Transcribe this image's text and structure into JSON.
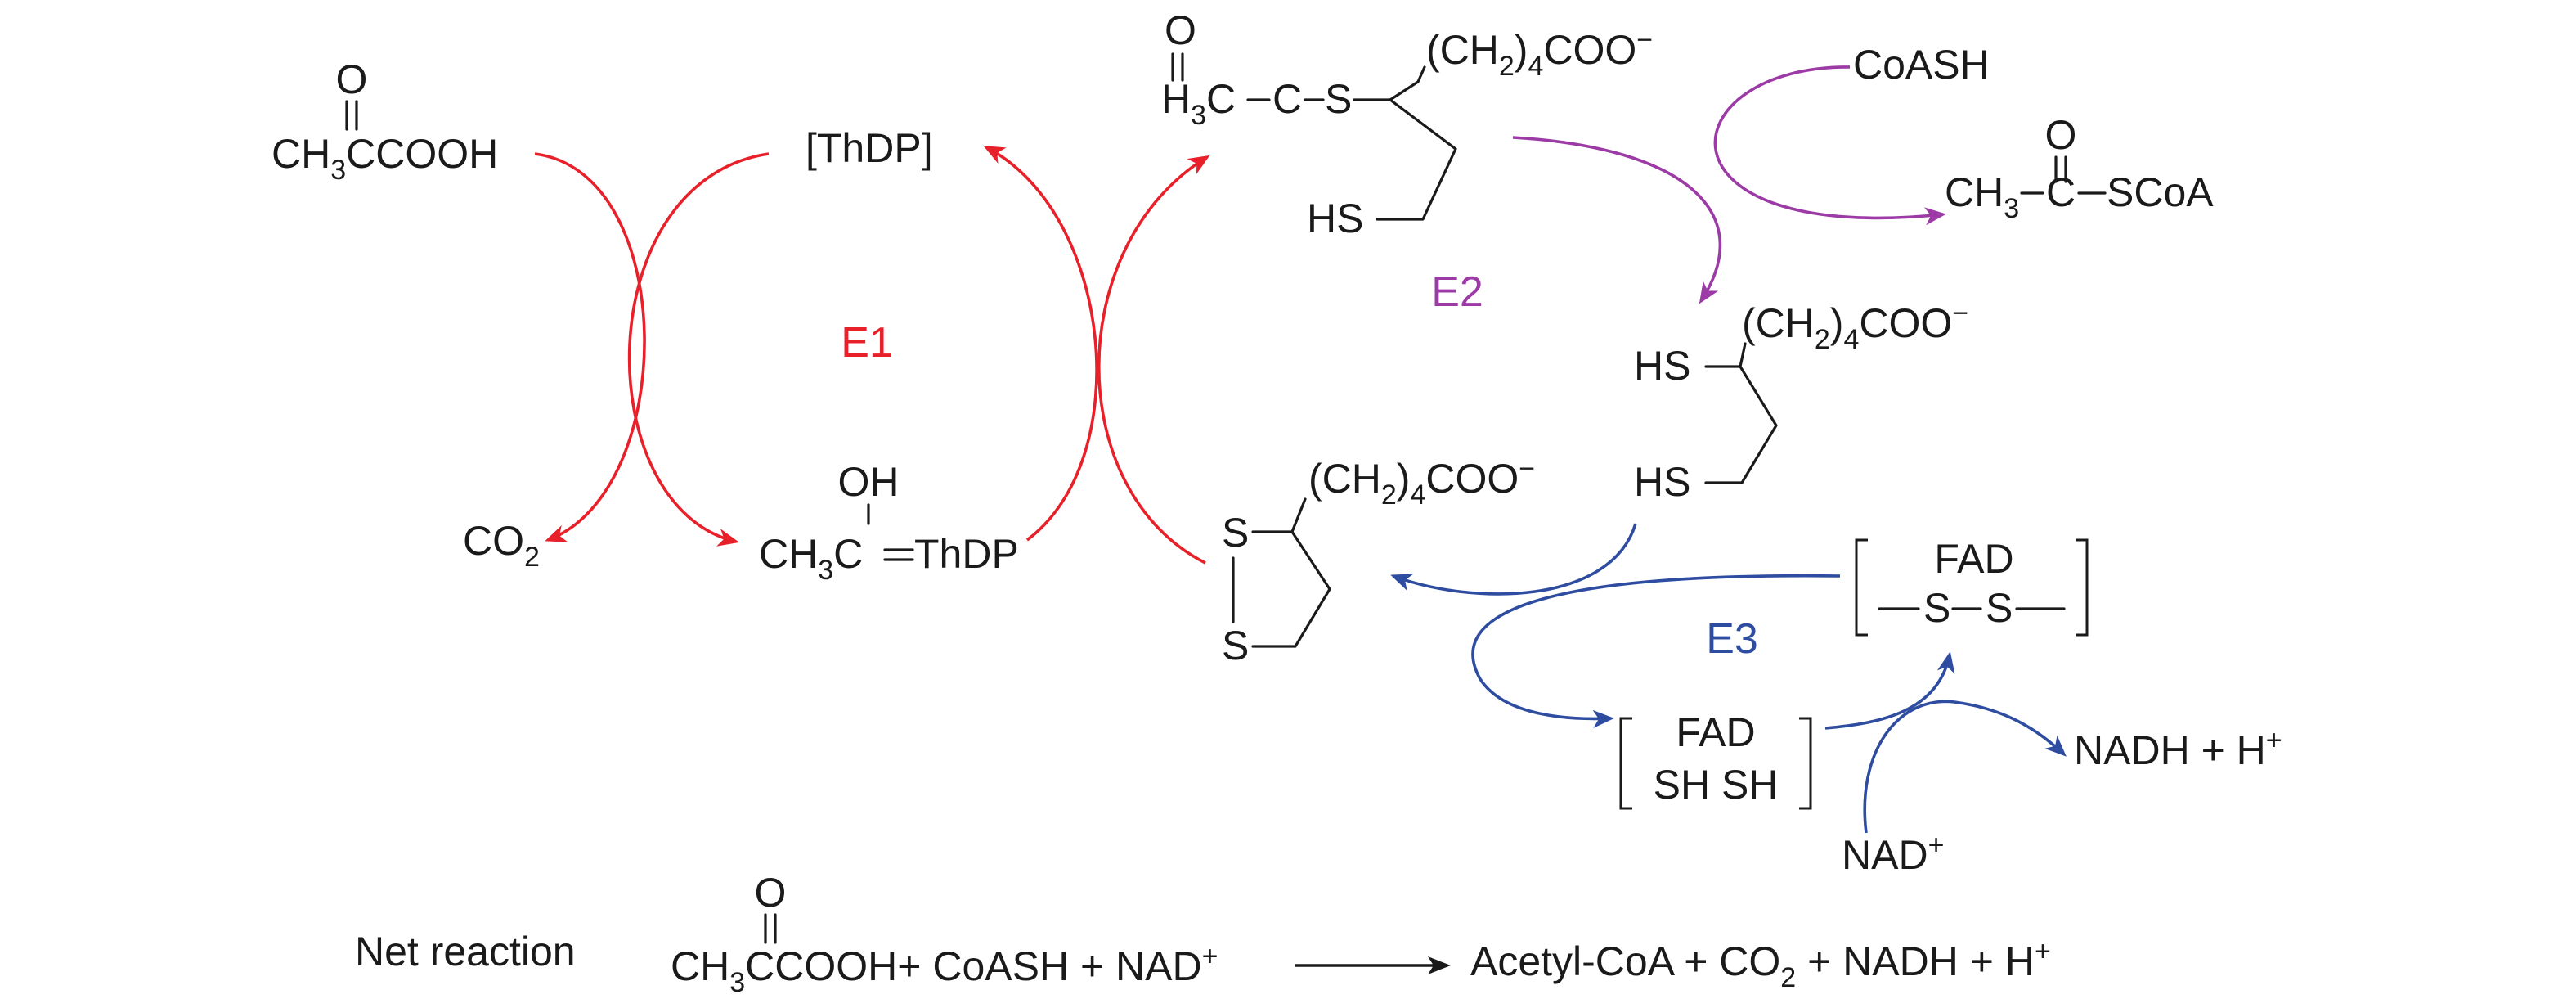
{
  "colors": {
    "e1": "#e8202a",
    "e2": "#9c3aa6",
    "e3": "#2e4ca0",
    "ink": "#1a1a1a"
  },
  "labels": {
    "e1": "E1",
    "e2": "E2",
    "e3": "E3"
  },
  "pyruvate": {
    "oxygen": "O",
    "ch": "CH",
    "three": "3",
    "rest": "CCOOH"
  },
  "thdp": {
    "label": "[ThDP]"
  },
  "co2": {
    "c": "CO",
    "two": "2"
  },
  "hydroxyethyl": {
    "oh": "OH",
    "ch": "CH",
    "three": "3",
    "c": "C",
    "thdp": "ThDP"
  },
  "acetyl_lipoamide": {
    "oxygen": "O",
    "h": "H",
    "three": "3",
    "c1": "C",
    "c2": "C",
    "s": "S",
    "chain_open": "(CH",
    "chain_two": "2",
    "chain_close": ")",
    "chain_four": "4",
    "chain_coo": "COO",
    "chain_minus": "−",
    "hs": "HS"
  },
  "coash": {
    "label": "CoASH"
  },
  "acetyl_coa": {
    "oxygen": "O",
    "ch": "CH",
    "three": "3",
    "c": "C",
    "scoa": "SCoA"
  },
  "dihydrolipoamide": {
    "chain_open": "(CH",
    "chain_two": "2",
    "chain_close": ")",
    "chain_four": "4",
    "chain_coo": "COO",
    "chain_minus": "−",
    "hs_top": "HS",
    "hs_bottom": "HS"
  },
  "lipoamide": {
    "s_top": "S",
    "s_bottom": "S",
    "chain_open": "(CH",
    "chain_two": "2",
    "chain_close": ")",
    "chain_four": "4",
    "chain_coo": "COO",
    "chain_minus": "−"
  },
  "fad_oxidized": {
    "fad": "FAD",
    "s1": "S",
    "s2": "S"
  },
  "fad_reduced": {
    "fad": "FAD",
    "shsh": "SH SH"
  },
  "nadh": {
    "label": "NADH + H",
    "plus": "+"
  },
  "nad": {
    "label": "NAD",
    "plus": "+"
  },
  "net": {
    "title": "Net reaction",
    "oxygen": "O",
    "ch": "CH",
    "three": "3",
    "pyr_rest": "CCOOH+ CoASH + NAD",
    "plus_sup": "+",
    "products_a": "Acetyl-CoA + CO",
    "products_two": "2",
    "products_b": " + NADH + H",
    "products_plus": "+"
  }
}
